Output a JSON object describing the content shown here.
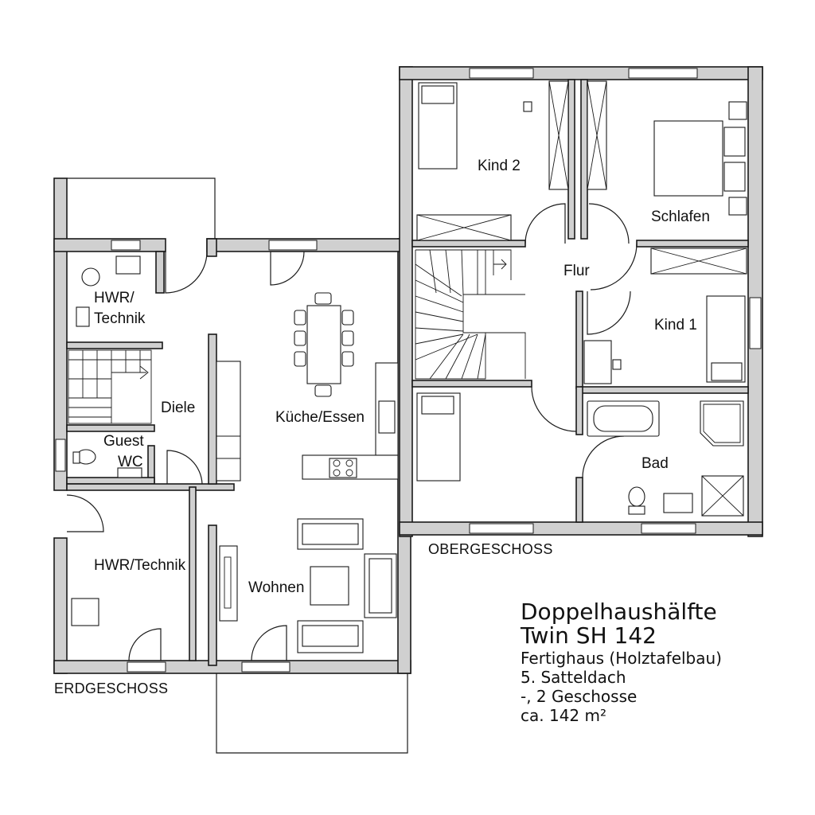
{
  "floors": {
    "ground_label": "ERDGESCHOSS",
    "upper_label": "OBERGESCHOSS"
  },
  "rooms": {
    "hwr_small_line1": "HWR/",
    "hwr_small_line2": "Technik",
    "diele": "Diele",
    "guest_line1": "Guest",
    "guest_line2": "WC",
    "kueche": "Küche/Essen",
    "hwr_large": "HWR/Technik",
    "wohnen": "Wohnen",
    "kind2": "Kind 2",
    "schlafen": "Schlafen",
    "flur": "Flur",
    "kind1": "Kind 1",
    "bad": "Bad"
  },
  "info": {
    "title_line1": "Doppelhaushälfte",
    "title_line2": "Twin SH 142",
    "construction": "Fertighaus (Holztafelbau)",
    "roof": "5. Satteldach",
    "storeys": "-, 2 Geschosse",
    "area": "ca. 142 m²"
  }
}
